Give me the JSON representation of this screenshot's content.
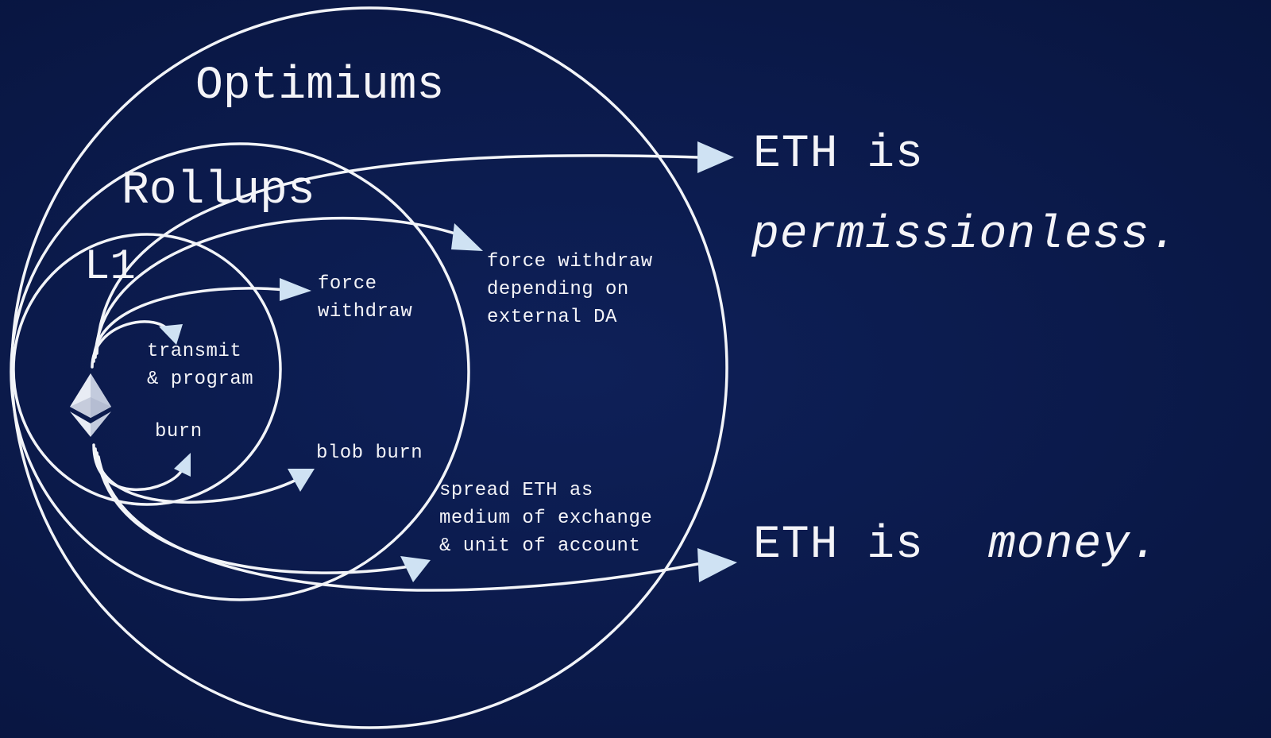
{
  "diagram": {
    "rings": {
      "optimiums": "Optimiums",
      "rollups": "Rollups",
      "l1": "L1"
    },
    "flows": {
      "transmit_program": "transmit\n& program",
      "burn": "burn",
      "force_withdraw": "force\nwithdraw",
      "blob_burn": "blob burn",
      "force_withdraw_external_da": "force withdraw\ndepending on\nexternal DA",
      "spread_eth": "spread ETH as\nmedium of exchange\n& unit of account"
    },
    "claims": {
      "permissionless_prefix": "ETH is",
      "permissionless_word": "permissionless.",
      "money_prefix": "ETH is",
      "money_word": "money."
    },
    "icon": "ethereum-diamond-icon",
    "colors": {
      "background": "#0b1a4b",
      "line": "#f2f4f8",
      "arrowhead": "#cfe2f3"
    }
  }
}
